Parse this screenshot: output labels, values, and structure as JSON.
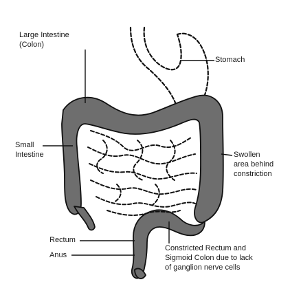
{
  "labels": {
    "large_intestine": [
      "Large Intestine",
      "(Colon)"
    ],
    "stomach": "Stomach",
    "small_intestine": [
      "Small",
      "Intestine"
    ],
    "swollen_area": [
      "Swollen",
      "area behind",
      "constriction"
    ],
    "rectum": "Rectum",
    "anus": "Anus",
    "constricted": [
      "Constricted Rectum and",
      "Sigmoid Colon due to lack",
      "of ganglion nerve cells"
    ]
  },
  "colors": {
    "colon_fill": "#6e6e6e",
    "outline": "#111111",
    "background": "#ffffff"
  }
}
